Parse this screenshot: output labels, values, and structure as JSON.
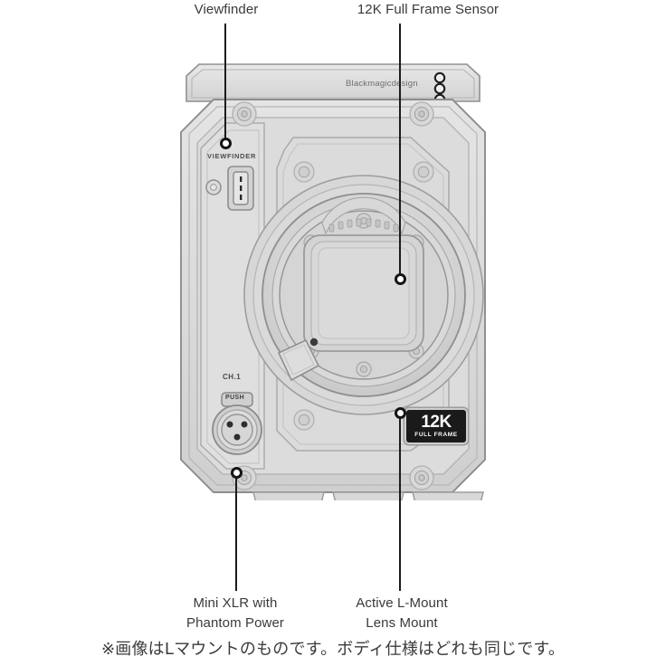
{
  "diagram": {
    "title": "Blackmagic camera front view with feature callouts",
    "brand_text": "Blackmagicdesign",
    "badge": {
      "line1": "12K",
      "line2": "FULL FRAME"
    },
    "port_labels": {
      "viewfinder": "VIEWFINDER",
      "channel": "CH.1",
      "push": "PUSH"
    },
    "callouts": [
      {
        "id": "viewfinder",
        "label": "Viewfinder",
        "position": "top-left"
      },
      {
        "id": "sensor",
        "label": "12K Full Frame Sensor",
        "position": "top-right"
      },
      {
        "id": "mini-xlr",
        "label": "Mini XLR with\nPhantom Power",
        "position": "bottom-left"
      },
      {
        "id": "lens-mount",
        "label": "Active L-Mount\nLens Mount",
        "position": "bottom-right"
      }
    ],
    "footer_note": "※画像はLマウントのものです。ボディ仕様はどれも同じです。",
    "colors": {
      "background": "#ffffff",
      "body_fill": "#d6d6d6",
      "body_light": "#e2e2e2",
      "body_shade": "#c9c9c9",
      "outline": "#8a8a8a",
      "outline_dark": "#6f6f6f",
      "text": "#3a3a3a",
      "leader": "#1b1b1b",
      "badge_bg": "#1a1a1a",
      "badge_text": "#ffffff"
    }
  }
}
